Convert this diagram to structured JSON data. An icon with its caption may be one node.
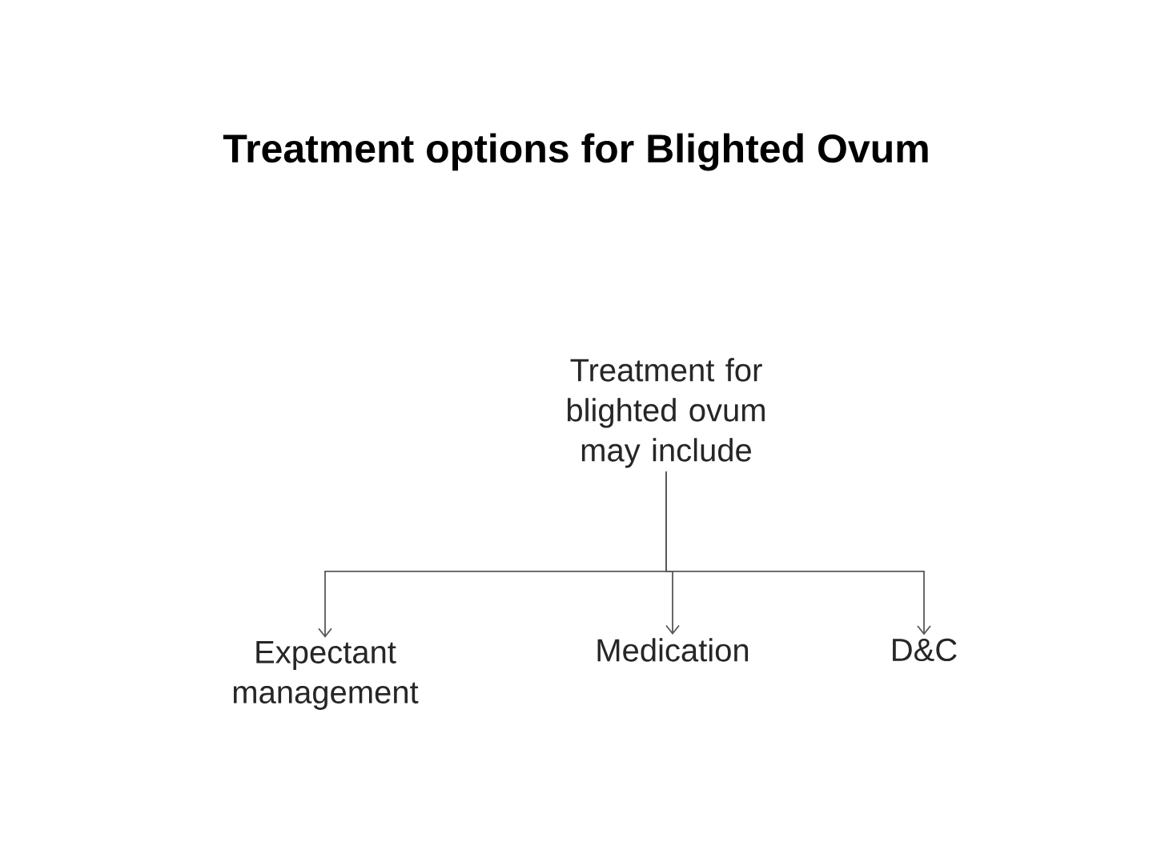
{
  "diagram": {
    "title": "Treatment options for Blighted Ovum",
    "nodes": [
      {
        "text": [
          "Treatment for blighted ovum may include"
        ]
      },
      {
        "text": [
          "Expectant management"
        ]
      },
      {
        "text": [
          "Medication"
        ]
      },
      {
        "text": [
          "D&C"
        ]
      }
    ],
    "edges": [
      {
        "from": 0,
        "to": 1,
        "arrow": "to"
      },
      {
        "from": 0,
        "to": 2,
        "arrow": "to"
      },
      {
        "from": 0,
        "to": 3,
        "arrow": "to"
      }
    ]
  }
}
